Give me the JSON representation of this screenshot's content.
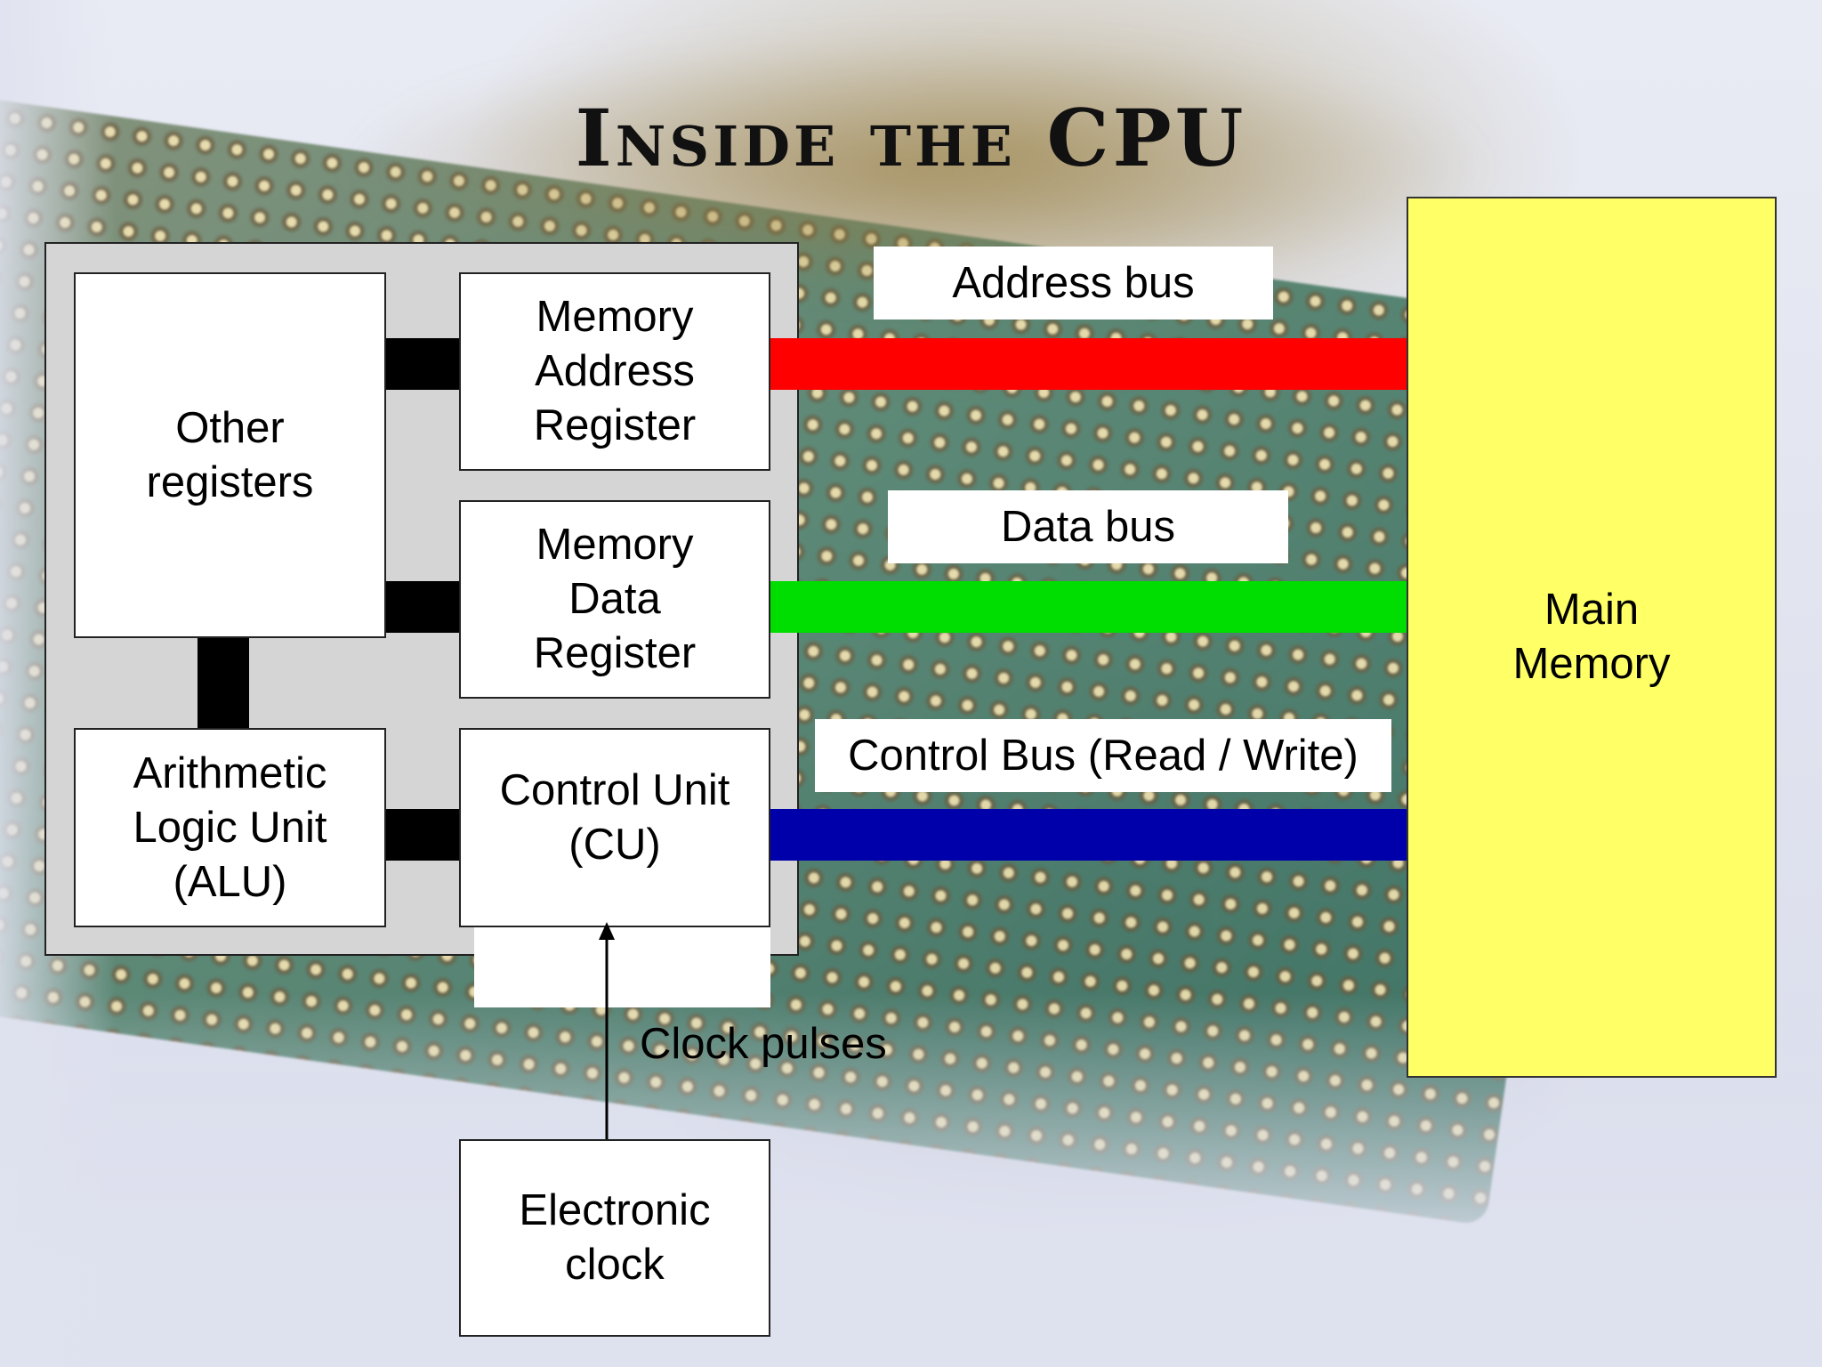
{
  "title": "Inside the CPU",
  "cpu": {
    "other_registers": "Other\nregisters",
    "mar": "Memory\nAddress\nRegister",
    "mdr": "Memory\nData\nRegister",
    "alu": "Arithmetic\nLogic Unit\n(ALU)",
    "cu": "Control Unit\n(CU)"
  },
  "buses": {
    "address_label": "Address bus",
    "data_label": "Data bus",
    "control_label": "Control Bus (Read / Write)",
    "address_color": "#ff0000",
    "data_color": "#00dd00",
    "control_color": "#0000aa"
  },
  "main_memory": "Main\nMemory",
  "clock": {
    "pulses_label": "Clock pulses",
    "box_label": "Electronic\nclock"
  },
  "colors": {
    "memory_fill": "#ffff66",
    "cpu_frame_fill": "#d5d5d5",
    "box_fill": "#ffffff"
  }
}
